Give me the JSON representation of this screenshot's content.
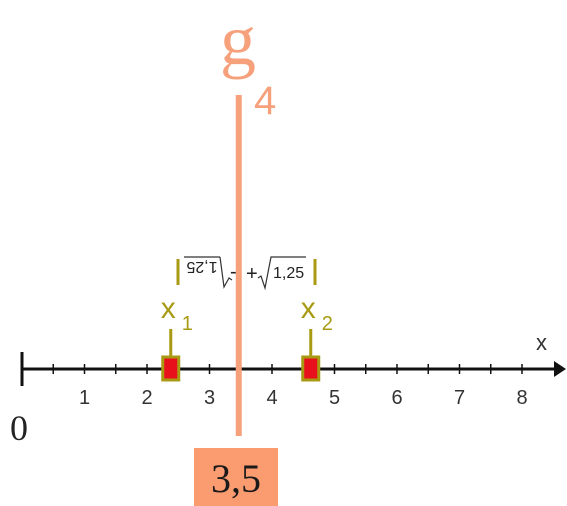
{
  "axis": {
    "variable": "x",
    "origin": "0",
    "range": [
      0,
      8.5
    ],
    "ticks": [
      "1",
      "2",
      "3",
      "4",
      "5",
      "6",
      "7",
      "8"
    ],
    "minor_step": 0.5
  },
  "line": {
    "letter": "g",
    "subscript": "4",
    "x_value": 3.5,
    "value_label": "3,5",
    "color": "#f6a07c",
    "box_color": "#fa9b70"
  },
  "roots": [
    {
      "letter": "x",
      "subscript": "1",
      "x_value": 2.38
    },
    {
      "letter": "x",
      "subscript": "2",
      "x_value": 4.62
    }
  ],
  "root_color": "#a89a12",
  "marker_fill": "#e8101a",
  "formula": {
    "left_radicand": "1,25",
    "left_sign": "-",
    "right_sign": "+",
    "right_radicand": "1,25"
  }
}
